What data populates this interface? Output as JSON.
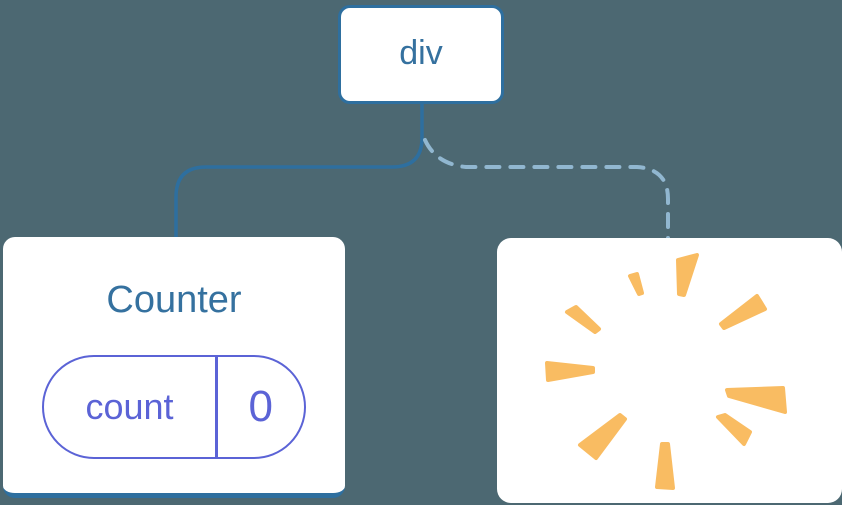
{
  "diagram": {
    "description": "component-tree-with-removed-child",
    "root_node": {
      "label": "div"
    },
    "counter_node": {
      "title": "Counter",
      "state_pill": {
        "key": "count",
        "value": "0"
      }
    },
    "removed_node": {
      "icon": "poof-burst-icon"
    }
  },
  "colors": {
    "background": "#4C6872",
    "card_background": "#FFFFFF",
    "node_border": "#2E6F9F",
    "node_text": "#35719F",
    "solid_connector": "#2E6F9F",
    "dashed_connector": "#91B7D0",
    "state_accent": "#5B63D6",
    "burst": "#F9BC62"
  }
}
